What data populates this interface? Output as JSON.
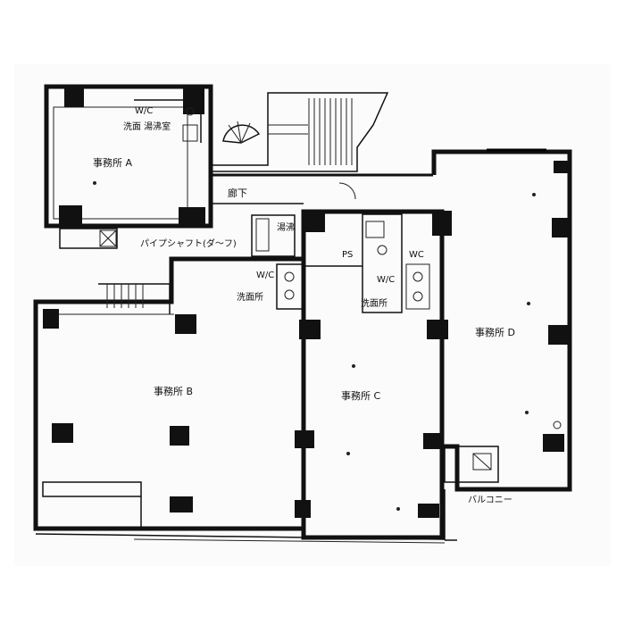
{
  "rooms": {
    "office_a": "事務所 A",
    "office_b": "事務所 B",
    "office_c": "事務所 C",
    "office_d": "事務所 D"
  },
  "labels": {
    "wc_a": "W/C",
    "washroom_a": "洗面 湯沸室",
    "corridor": "廊下",
    "pipe_shaft": "パイプシャフト(ダ〜フ)",
    "kettle": "湯沸",
    "wc_b": "W/C",
    "wash_b": "洗面所",
    "ps": "PS",
    "wc_c1": "WC",
    "wc_c2": "W/C",
    "wash_c": "洗面所",
    "balcony": "バルコニー"
  }
}
